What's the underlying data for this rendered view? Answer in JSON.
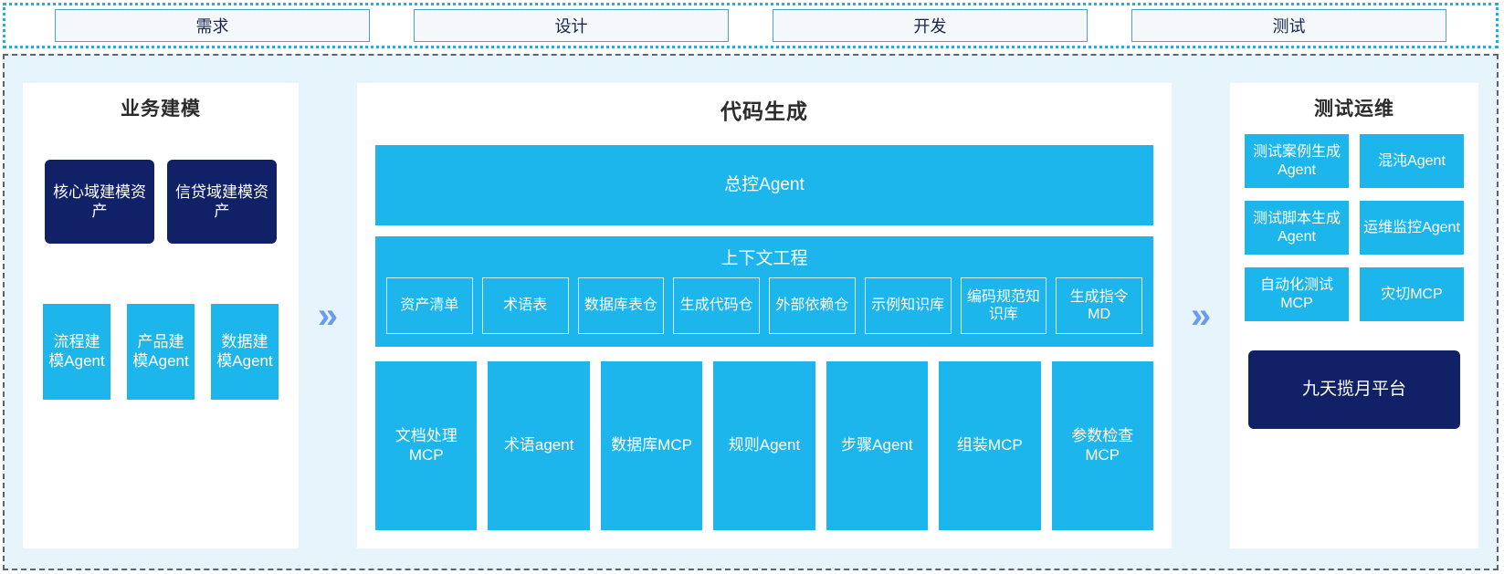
{
  "phases": [
    {
      "label": "需求"
    },
    {
      "label": "设计"
    },
    {
      "label": "开发"
    },
    {
      "label": "测试"
    }
  ],
  "separators": {
    "chevron_glyph": "»",
    "chevron_color": "#6B9BEE"
  },
  "colors": {
    "accent_cyan": "#1CB6EC",
    "navy": "#112168",
    "panel_bg": "#FFFFFF",
    "canvas_bg": "#E6F4FC",
    "phase_border": "#29ABD6",
    "phase_fill": "#F4F8FA"
  },
  "left_panel": {
    "title": "业务建模",
    "assets": [
      {
        "label": "核心域建模资产"
      },
      {
        "label": "信贷域建模资产"
      }
    ],
    "agents": [
      {
        "label": "流程建模Agent"
      },
      {
        "label": "产品建模Agent"
      },
      {
        "label": "数据建模Agent"
      }
    ]
  },
  "middle_panel": {
    "title": "代码生成",
    "master_agent": "总控Agent",
    "context_engineering": {
      "title": "上下文工程",
      "items": [
        {
          "label": "资产清单"
        },
        {
          "label": "术语表"
        },
        {
          "label": "数据库表仓"
        },
        {
          "label": "生成代码仓"
        },
        {
          "label": "外部依赖仓"
        },
        {
          "label": "示例知识库"
        },
        {
          "label": "编码规范知识库"
        },
        {
          "label": "生成指令MD"
        }
      ]
    },
    "tools": [
      {
        "label": "文档处理MCP"
      },
      {
        "label": "术语agent"
      },
      {
        "label": "数据库MCP"
      },
      {
        "label": "规则Agent"
      },
      {
        "label": "步骤Agent"
      },
      {
        "label": "组装MCP"
      },
      {
        "label": "参数检查MCP"
      }
    ]
  },
  "right_panel": {
    "title": "测试运维",
    "items": [
      {
        "label": "测试案例生成Agent"
      },
      {
        "label": "混沌Agent"
      },
      {
        "label": "测试脚本生成Agent"
      },
      {
        "label": "运维监控Agent"
      },
      {
        "label": "自动化测试MCP"
      },
      {
        "label": "灾切MCP"
      }
    ],
    "platform": "九天揽月平台"
  }
}
